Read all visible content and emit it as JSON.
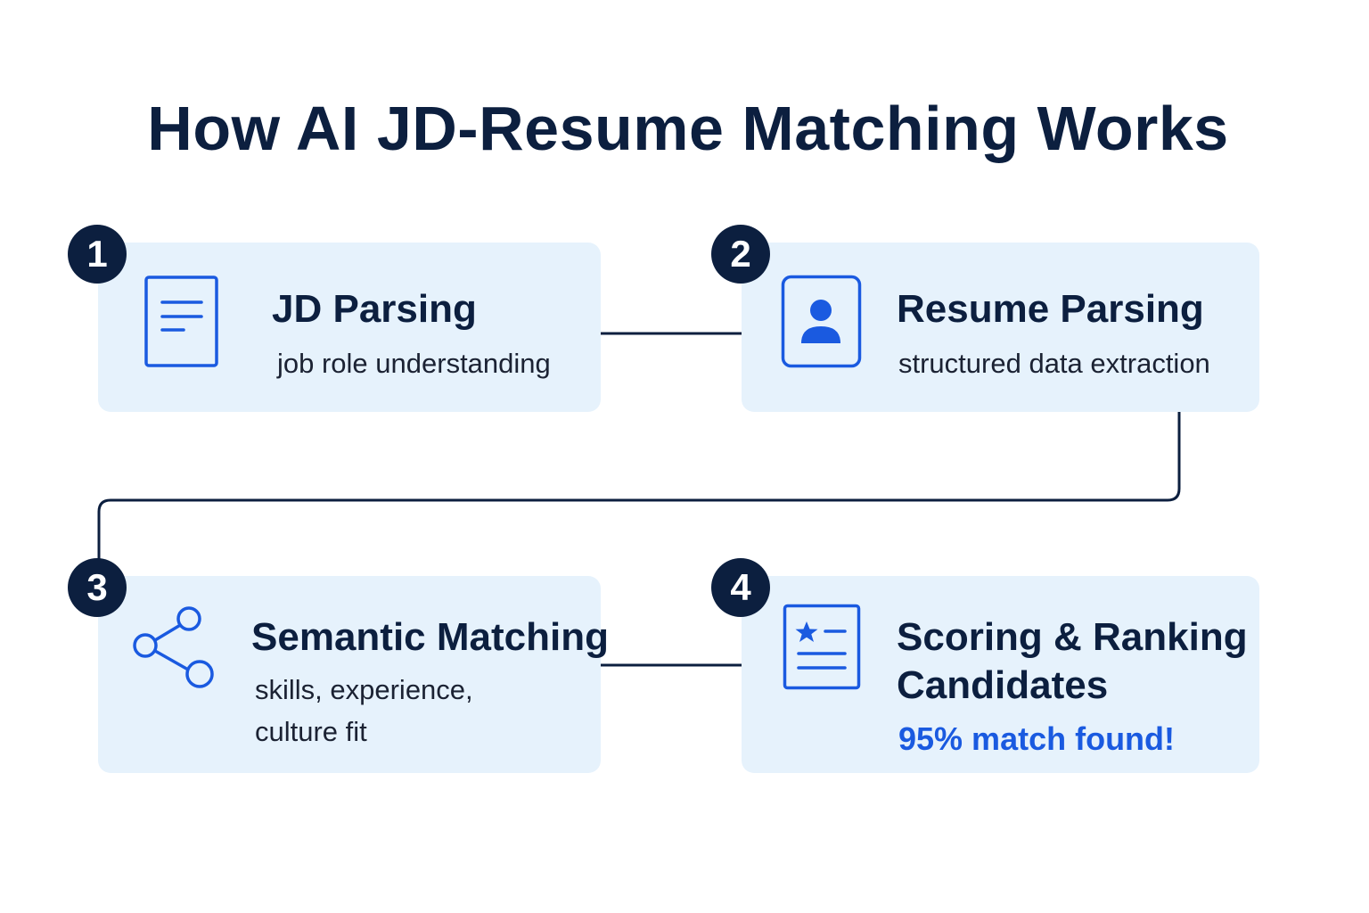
{
  "title": "How AI JD-Resume Matching Works",
  "colors": {
    "navy": "#0c1f3f",
    "card_bg": "#e6f2fc",
    "accent_blue": "#1a5ae0"
  },
  "steps": [
    {
      "number": "1",
      "title": "JD Parsing",
      "subtitle": "job role understanding",
      "icon": "document-lines-icon"
    },
    {
      "number": "2",
      "title": "Resume Parsing",
      "subtitle": "structured data extraction",
      "icon": "user-profile-icon"
    },
    {
      "number": "3",
      "title": "Semantic Matching",
      "subtitle_line1": "skills, experience,",
      "subtitle_line2": "culture fit",
      "icon": "share-nodes-icon"
    },
    {
      "number": "4",
      "title_line1": "Scoring & Ranking",
      "title_line2": "Candidates",
      "highlight": "95% match found!",
      "icon": "star-document-icon"
    }
  ]
}
